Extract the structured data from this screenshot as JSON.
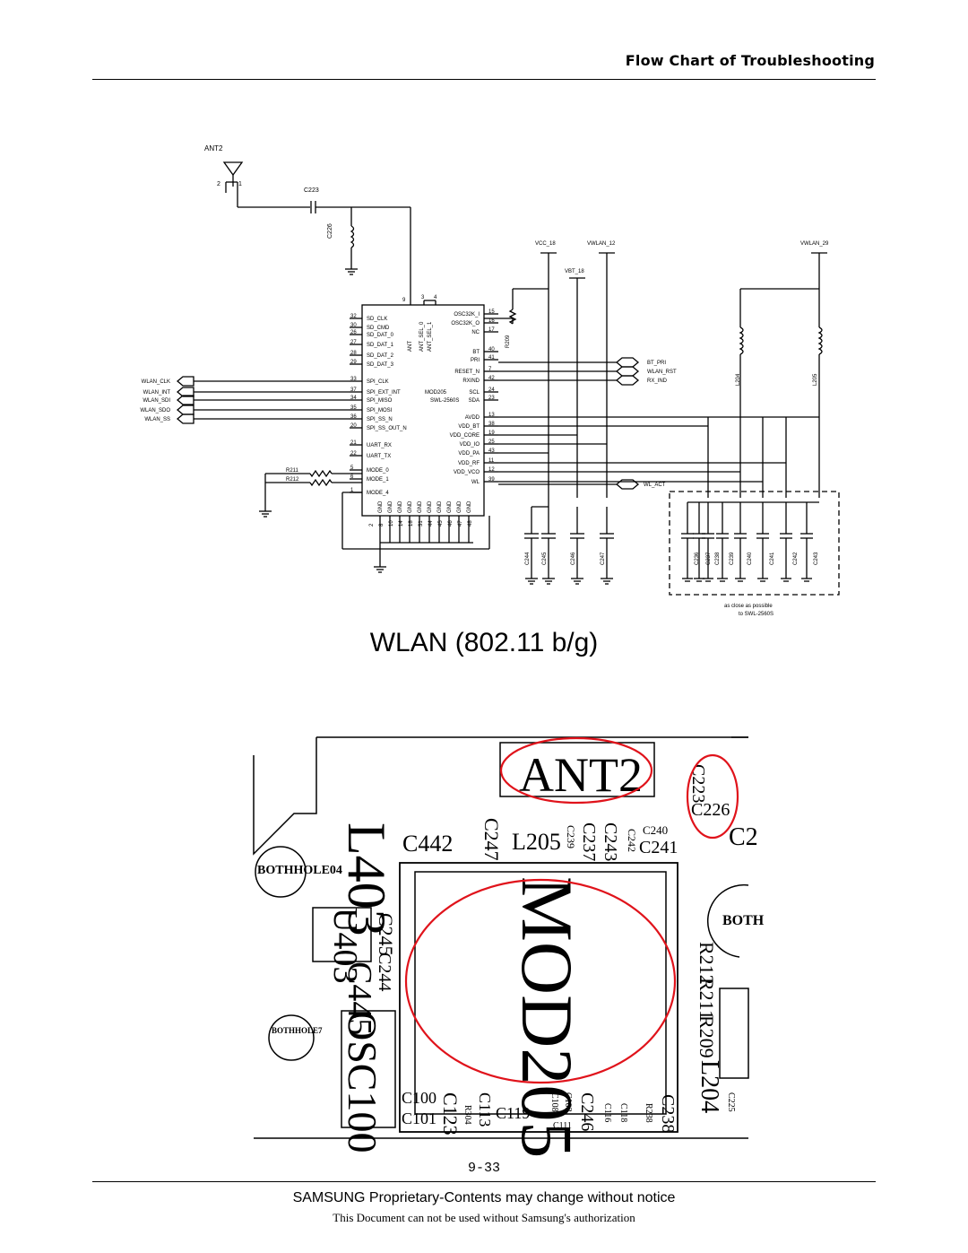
{
  "header": {
    "title": "Flow Chart of Troubleshooting"
  },
  "schematic": {
    "antenna_label": "ANT2",
    "antenna_pins": [
      "2",
      "1"
    ],
    "cap_c223": "C223",
    "cap_c226": "C226",
    "res_r209": "R209",
    "res_r211": "R211",
    "res_r212": "R212",
    "ind_l204": "L204",
    "ind_l205": "L205",
    "rails": {
      "vcc18": "VCC_18",
      "vwlan12": "VWLAN_12",
      "vbt18": "VBT_18",
      "vwlan29": "VWLAN_29"
    },
    "chip_left_pins": [
      {
        "n": "32",
        "s": "SD_CLK"
      },
      {
        "n": "30",
        "s": "SD_CMD"
      },
      {
        "n": "26",
        "s": "SD_DAT_0"
      },
      {
        "n": "27",
        "s": "SD_DAT_1"
      },
      {
        "n": "28",
        "s": "SD_DAT_2"
      },
      {
        "n": "29",
        "s": "SD_DAT_3"
      },
      {
        "n": "33",
        "s": "SPI_CLK"
      },
      {
        "n": "37",
        "s": "SPI_EXT_INT"
      },
      {
        "n": "34",
        "s": "SPI_MISO"
      },
      {
        "n": "35",
        "s": "SPI_MOSI"
      },
      {
        "n": "36",
        "s": "SPI_SS_N"
      },
      {
        "n": "20",
        "s": "SPI_SS_OUT_N"
      },
      {
        "n": "21",
        "s": "UART_RX"
      },
      {
        "n": "22",
        "s": "UART_TX"
      },
      {
        "n": "5",
        "s": "MODE_0"
      },
      {
        "n": "6",
        "s": "MODE_1"
      },
      {
        "n": "1",
        "s": "MODE_4"
      }
    ],
    "chip_right_pins": [
      {
        "n": "15",
        "s": "OSC32K_I"
      },
      {
        "n": "16",
        "s": "OSC32K_O"
      },
      {
        "n": "17",
        "s": "NC"
      },
      {
        "n": "40",
        "s": "BT"
      },
      {
        "n": "41",
        "s": "PRI"
      },
      {
        "n": "7",
        "s": "RESET_N"
      },
      {
        "n": "42",
        "s": "RXIND"
      },
      {
        "n": "24",
        "s": "SCL"
      },
      {
        "n": "23",
        "s": "SDA"
      },
      {
        "n": "13",
        "s": "AVDD"
      },
      {
        "n": "38",
        "s": "VDD_BT"
      },
      {
        "n": "19",
        "s": "VDD_CORE"
      },
      {
        "n": "25",
        "s": "VDD_IO"
      },
      {
        "n": "43",
        "s": "VDD_PA"
      },
      {
        "n": "11",
        "s": "VDD_RF"
      },
      {
        "n": "12",
        "s": "VDD_VCO"
      },
      {
        "n": "39",
        "s": "WL"
      }
    ],
    "chip_top_pins": [
      "9",
      "3",
      "4"
    ],
    "chip_top_signals": [
      "ANT",
      "ANT_SEL_0",
      "ANT_SEL_1"
    ],
    "chip_bottom_pins": [
      "2",
      "8",
      "10",
      "14",
      "18",
      "31",
      "44",
      "45",
      "46",
      "47",
      "48"
    ],
    "gnd_label": "GND",
    "chip_ref": "MOD205",
    "chip_part": "SWL-2560S",
    "left_ports": [
      "WLAN_CLK",
      "WLAN_INT",
      "WLAN_SDI",
      "WLAN_SDO",
      "WLAN_SS"
    ],
    "right_ports": [
      "BT_PRI",
      "WLAN_RST",
      "RX_IND"
    ],
    "wl_act": "WL_ACT",
    "caps_left": [
      "C244",
      "C245",
      "C246",
      "C247"
    ],
    "caps_right": [
      "C236",
      "C237",
      "C238",
      "C239",
      "C240",
      "C241",
      "C242",
      "C243"
    ],
    "note_line1": "as close as possible",
    "note_line2": "to SWL-2560S"
  },
  "caption": "WLAN (802.11 b/g)",
  "board": {
    "labels": {
      "ant2": "ANT2",
      "c223": "C223",
      "c226": "C226",
      "c2": "C2",
      "l403": "L403",
      "c442": "C442",
      "c247": "C247",
      "l205": "L205",
      "c239": "C239",
      "c237": "C237",
      "c243": "C243",
      "c242": "C242",
      "c240": "C240",
      "c241": "C241",
      "bothhole04": "BOTHHOLE04",
      "u403": "U403",
      "c245": "C245",
      "c244": "C244",
      "c445": "C445",
      "bothhole7": "BOTHHOLE7",
      "osc100": "OSC100",
      "mod205": "MOD205",
      "r212": "R212",
      "r211": "R211",
      "r209": "R209",
      "l204": "L204",
      "both": "BOTH",
      "c100": "C100",
      "c101": "C101",
      "c123": "C123",
      "r304": "R304",
      "c113": "C113",
      "c119": "C119",
      "c108": "C108",
      "c103": "C103",
      "c111": "C111",
      "c246": "C246",
      "c116": "C116",
      "c118": "C118",
      "r238": "R238",
      "c238": "C238",
      "c225": "C225"
    },
    "highlight_color": "#e0131b"
  },
  "footer": {
    "page_number": "9-33",
    "line1": "SAMSUNG Proprietary-Contents may change without notice",
    "line2": "This Document can not be used without Samsung's authorization"
  }
}
